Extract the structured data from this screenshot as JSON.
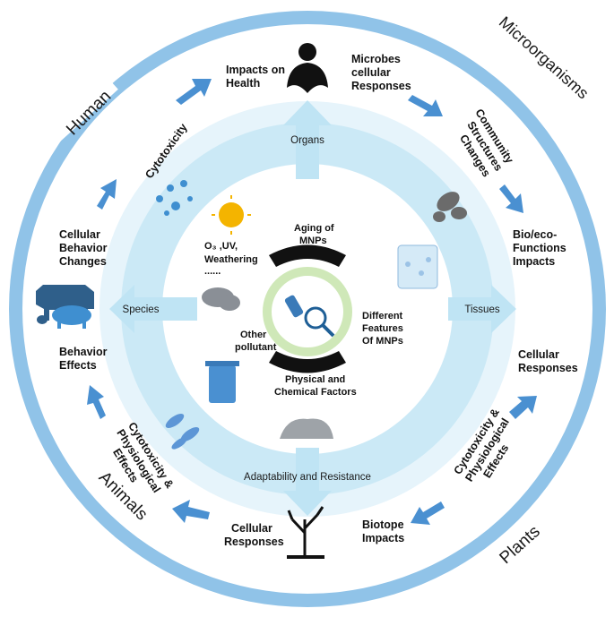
{
  "quadrants": {
    "human": "Human",
    "microorganisms": "Microorganisms",
    "plants": "Plants",
    "animals": "Animals"
  },
  "cycle": {
    "impacts_health": [
      "Impacts on",
      "Health"
    ],
    "microbes": [
      "Microbes",
      "cellular",
      "Responses"
    ],
    "community": [
      "Community",
      "Structures",
      "Changes"
    ],
    "bio_eco": [
      "Bio/eco-",
      "Functions",
      "Impacts"
    ],
    "cellular_responses_right": "Cellular Responses",
    "cyto_right": [
      "Cytotoxicity &",
      "Physiological",
      "Effects"
    ],
    "biotope": [
      "Biotope",
      "Impacts"
    ],
    "cellular_responses_bottom": [
      "Cellular",
      "Responses"
    ],
    "cyto_left": [
      "Cytotoxicity &",
      "Physiological",
      "Effects"
    ],
    "behavior_effects": [
      "Behavior",
      "Effects"
    ],
    "cellular_behavior": [
      "Cellular",
      "Behavior",
      "Changes"
    ],
    "cytotoxicity": "Cytotoxicity"
  },
  "pathways": {
    "organs": "Organs",
    "species": "Species",
    "tissues": "Tissues",
    "adaptability": "Adaptability and Resistance"
  },
  "center": {
    "aging": [
      "Aging of",
      "MNPs"
    ],
    "weathering": [
      "O₃ ,UV,",
      "Weathering",
      "......"
    ],
    "other_pollutant": [
      "Other",
      "pollutant"
    ],
    "physical_chemical": [
      "Physical and",
      "Chemical Factors"
    ],
    "different_features": [
      "Different",
      "Features",
      "Of MNPs"
    ]
  },
  "colors": {
    "ring_outer": "#90c3e8",
    "ring_band": "#e9f5fc",
    "ring_light": "#c9e8f5",
    "inner_disc": "#ffffff",
    "arrow_blue": "#4a90d1",
    "arrow_light": "#bfe4f4",
    "center_ring": "#cfe8b8",
    "text": "#111111"
  },
  "icons": [
    "human-silhouette-icon",
    "virus-cluster-icon",
    "microbe-icon",
    "tree-icon",
    "cow-icon",
    "pig-icon",
    "chicken-icon",
    "sun-icon",
    "storm-cloud-icon",
    "trash-bin-icon",
    "beaker-icon",
    "bacteria-icon",
    "pollution-smoke-icon",
    "plastic-bottle-icon"
  ]
}
